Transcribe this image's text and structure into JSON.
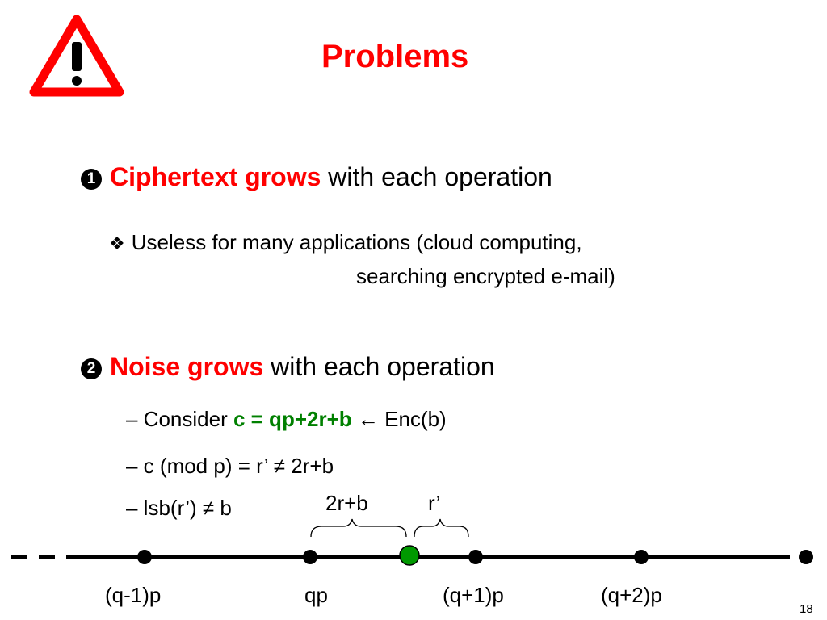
{
  "slide": {
    "title": "Problems",
    "page_number": "18",
    "icon": "warning-triangle-icon",
    "colors": {
      "title": "#ff0000",
      "emphasis_red": "#ff0000",
      "emphasis_green": "#008000",
      "warning_icon": "#ff0000"
    }
  },
  "point1": {
    "bullet": "1",
    "highlight": "Ciphertext grows",
    "rest": " with each operation",
    "sub_bullet": "❖",
    "sub_line1": "Useless for many applications (cloud computing,",
    "sub_line2": "searching encrypted e-mail)"
  },
  "point2": {
    "bullet": "2",
    "highlight": "Noise grows",
    "rest": " with each operation",
    "item1_prefix": "– Consider ",
    "item1_formula": "c = qp+2r+b",
    "item1_suffix": " ← Enc(b)",
    "item2": "– c (mod p) = r’ ≠ 2r+b",
    "item3": "– lsb(r’) ≠ b"
  },
  "number_line": {
    "brace_labels": [
      "2r+b",
      "r’"
    ],
    "tick_labels": [
      "(q-1)p",
      "qp",
      "(q+1)p",
      "(q+2)p"
    ]
  }
}
